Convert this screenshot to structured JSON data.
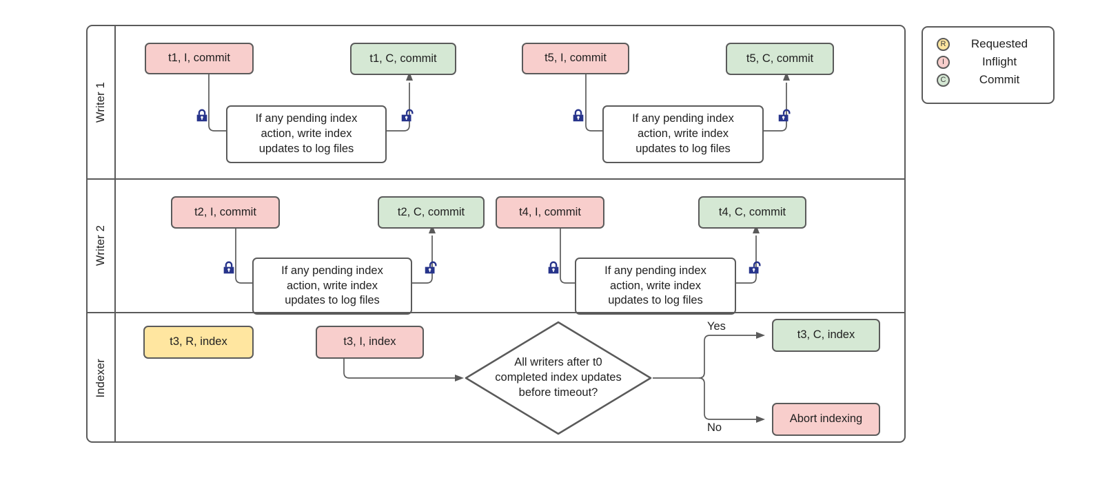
{
  "diagram": {
    "title": "Writer / Indexer concurrency swimlane",
    "colors": {
      "inflight_red": "#f8cecc",
      "commit_green": "#d5e8d4",
      "requested_yellow": "#ffe6a0",
      "stroke_gray": "#5a5a5a",
      "lock_navy": "#27348b"
    }
  },
  "lanes": [
    {
      "label": "Writer 1"
    },
    {
      "label": "Writer 2"
    },
    {
      "label": "Indexer"
    }
  ],
  "writer1": {
    "t1_inflight": "t1, I, commit",
    "t1_commit": "t1, C, commit",
    "t1_process": "If any pending index action, write index updates to log files",
    "t5_inflight": "t5, I, commit",
    "t5_commit": "t5, C, commit",
    "t5_process": "If any pending index action, write index updates to log files",
    "lock_closed_1": "lock-closed",
    "lock_open_1": "lock-open",
    "lock_closed_2": "lock-closed",
    "lock_open_2": "lock-open"
  },
  "writer2": {
    "t2_inflight": "t2, I, commit",
    "t2_commit": "t2, C, commit",
    "t2_process": "If any pending index action, write index updates to log files",
    "t4_inflight": "t4, I, commit",
    "t4_commit": "t4, C, commit",
    "t4_process": "If any pending index action, write index updates to log files",
    "lock_closed_1": "lock-closed",
    "lock_open_1": "lock-open",
    "lock_closed_2": "lock-closed",
    "lock_open_2": "lock-open"
  },
  "indexer": {
    "t3_requested": "t3, R, index",
    "t3_inflight": "t3, I, index",
    "decision": "All writers after t0 completed index updates before timeout?",
    "decision_line1": "All writers after t0",
    "decision_line2": "completed index updates",
    "decision_line3": "before timeout?",
    "yes_label": "Yes",
    "no_label": "No",
    "t3_commit": "t3, C, index",
    "abort": "Abort indexing"
  },
  "legend": {
    "items": [
      {
        "badge": "R",
        "label": "Requested",
        "color": "#ffe6a0"
      },
      {
        "badge": "I",
        "label": "Inflight",
        "color": "#f8cecc"
      },
      {
        "badge": "C",
        "label": "Commit",
        "color": "#d5e8d4"
      }
    ]
  },
  "process_text": {
    "line1": "If any pending index",
    "line2": "action, write index",
    "line3": "updates to log files"
  }
}
